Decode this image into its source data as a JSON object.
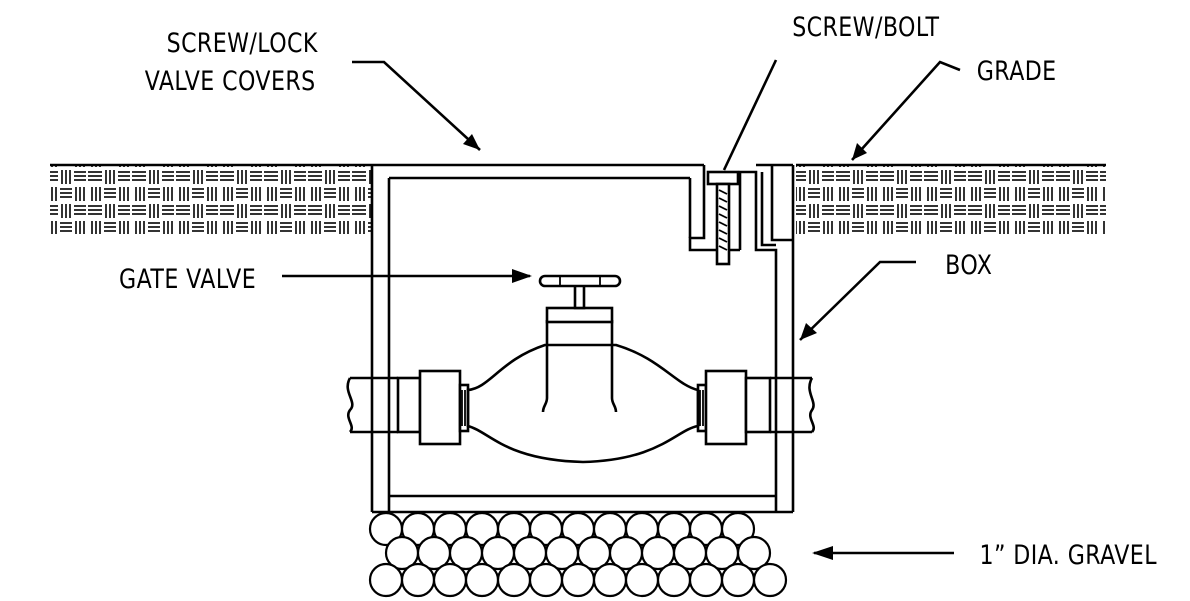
{
  "labels": {
    "screw_lock_line1": "SCREW/LOCK",
    "screw_lock_line2": "VALVE COVERS",
    "screw_bolt": "SCREW/BOLT",
    "grade": "GRADE",
    "gate_valve": "GATE VALVE",
    "box": "BOX",
    "gravel": "1” DIA. GRAVEL"
  },
  "colors": {
    "ink": "#000000",
    "background": "#ffffff"
  }
}
